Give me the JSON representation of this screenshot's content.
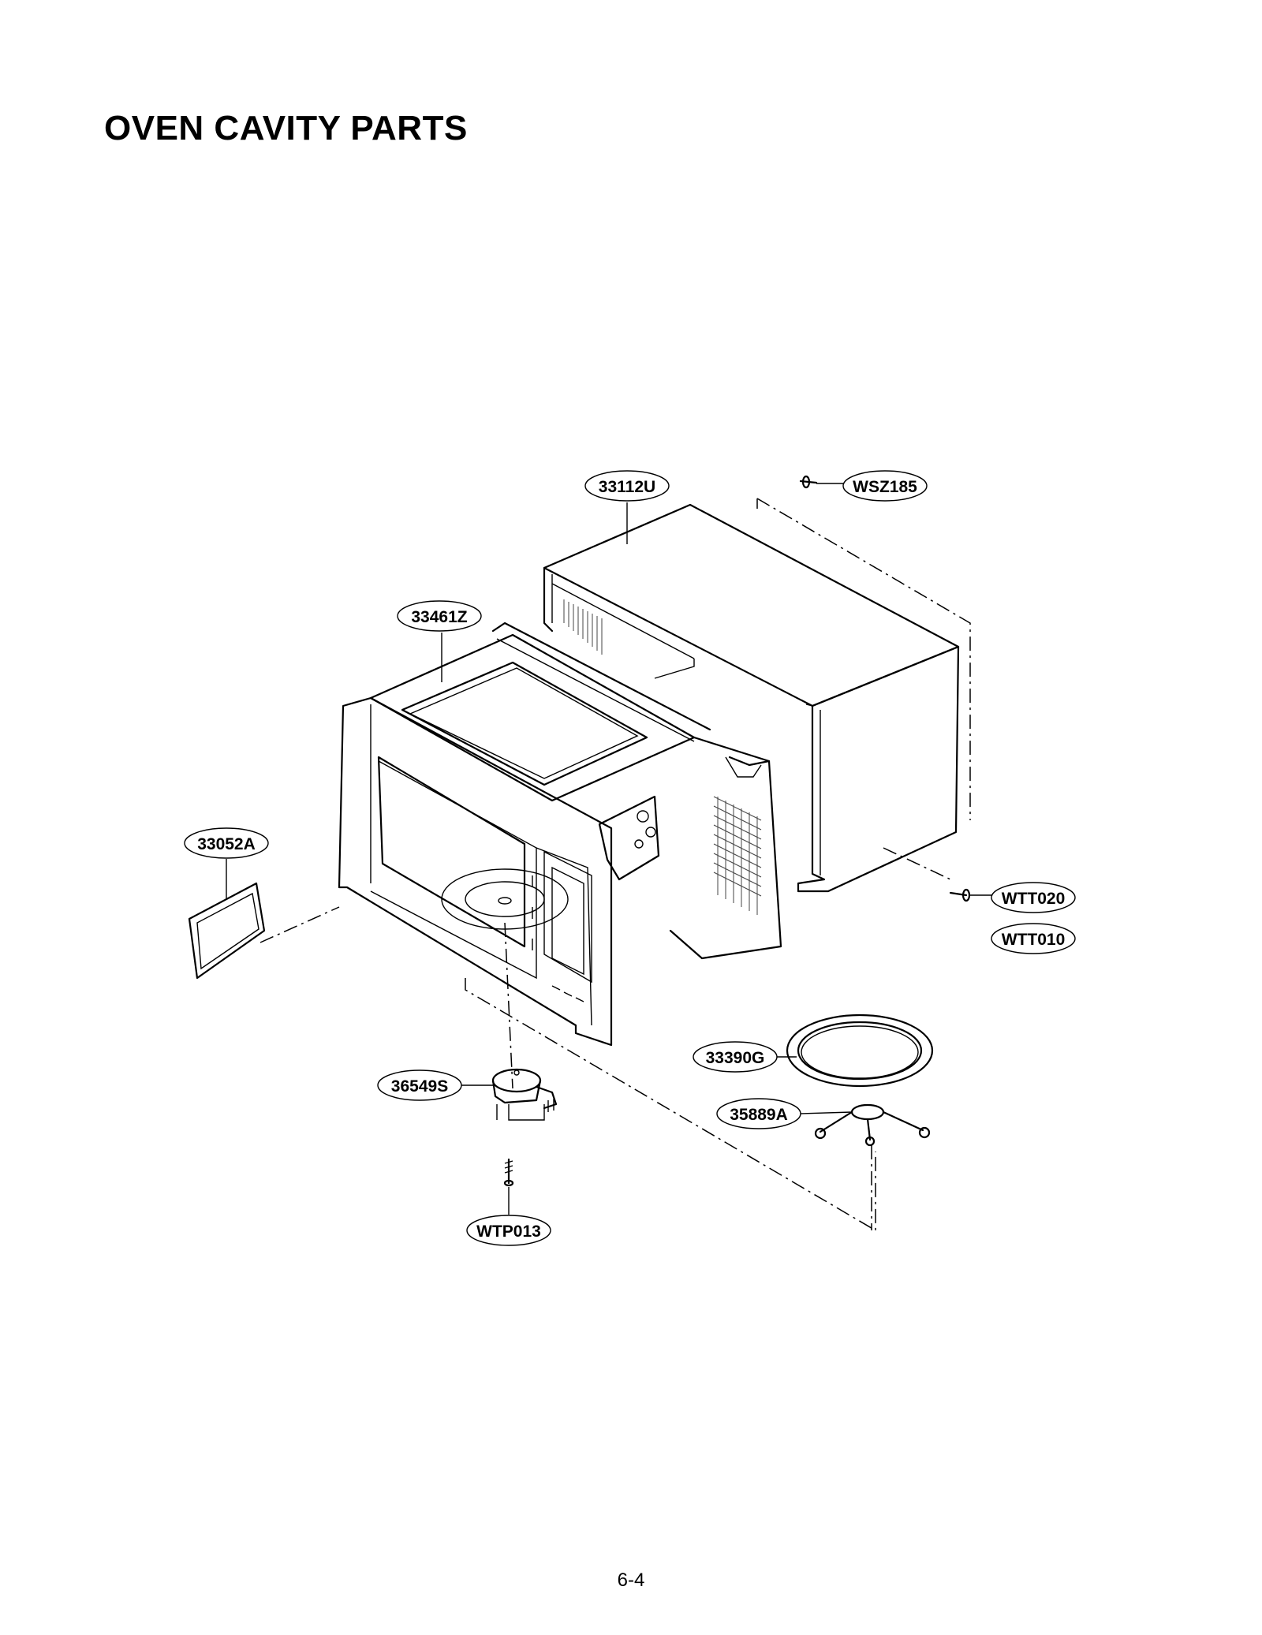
{
  "title": "OVEN CAVITY PARTS",
  "page_number": "6-4",
  "parts": {
    "p33112U": "33112U",
    "pWSZ185": "WSZ185",
    "p33461Z": "33461Z",
    "p33052A": "33052A",
    "pWTT020": "WTT020",
    "pWTT010": "WTT010",
    "p33390G": "33390G",
    "p35889A": "35889A",
    "p36549S": "36549S",
    "pWTP013": "WTP013"
  }
}
